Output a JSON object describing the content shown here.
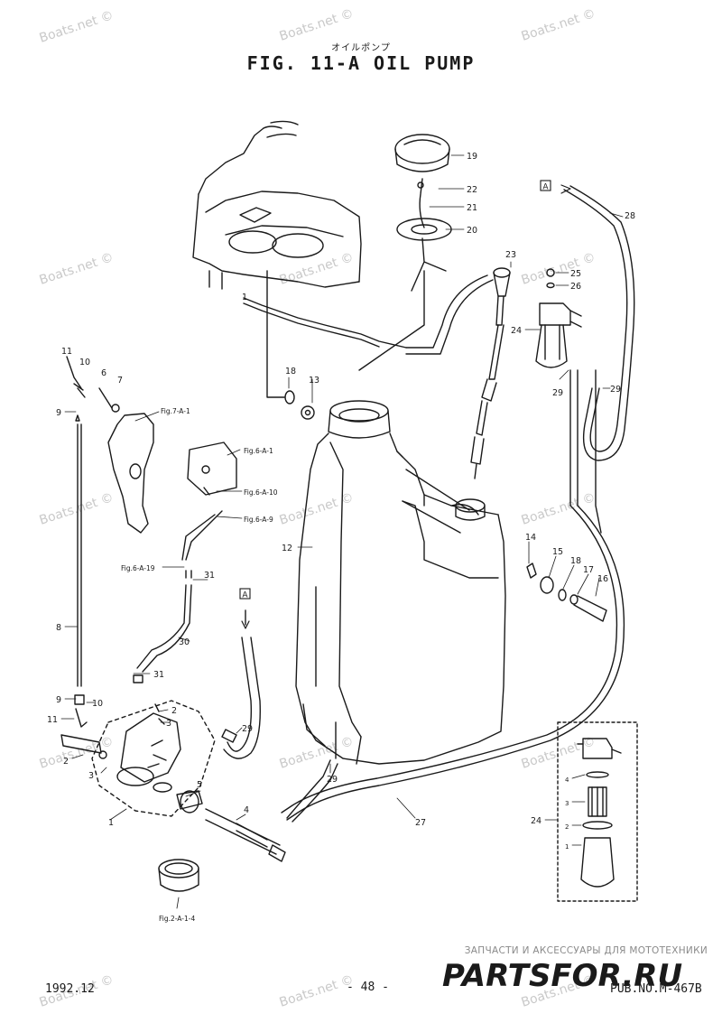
{
  "header": {
    "title_jp": "オイルポンプ",
    "title": "FIG. 11-A OIL PUMP"
  },
  "watermark": "Boats.net ©",
  "callouts": [
    "1",
    "2",
    "3",
    "4",
    "5",
    "6",
    "7",
    "8",
    "9",
    "10",
    "11",
    "12",
    "13",
    "14",
    "15",
    "16",
    "17",
    "18",
    "19",
    "20",
    "21",
    "22",
    "23",
    "24",
    "25",
    "26",
    "27",
    "28",
    "29",
    "30",
    "31"
  ],
  "references": {
    "fig_7a1": "Fig.7-A-1",
    "fig_6a1": "Fig.6-A-1",
    "fig_6a10": "Fig.6-A-10",
    "fig_6a9": "Fig.6-A-9",
    "fig_6a19": "Fig.6-A-19",
    "fig_2a14": "Fig.2-A-1-4"
  },
  "connector_marker": "A",
  "footer": {
    "date": "1992.12",
    "page": "- 48 -",
    "pub_no": "PUB.NO.M-467B",
    "shop_tagline": "ЗАПЧАСТИ И АКСЕССУАРЫ ДЛЯ МОТОТЕХНИКИ",
    "shop_logo": "PARTSFOR.RU"
  },
  "colors": {
    "line": "#1a1a1a",
    "watermark": "#c9c9c9",
    "logo_red": "#e8323c"
  }
}
